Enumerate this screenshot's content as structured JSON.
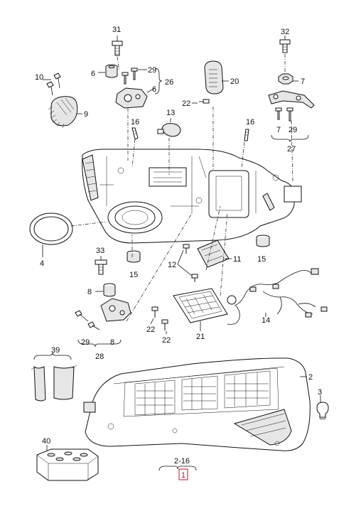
{
  "labels": {
    "l31": "31",
    "l32": "32",
    "l6a": "6",
    "l29a": "29",
    "l26": "26",
    "l6b": "6",
    "l10": "10",
    "l9": "9",
    "l20": "20",
    "l22a": "22",
    "l7a": "7",
    "l13": "13",
    "l16a": "16",
    "l16b": "16",
    "l7b": "7",
    "l29b": "29",
    "l27": "27",
    "l4": "4",
    "l33": "33",
    "l15a": "15",
    "l11": "11",
    "l12": "12",
    "l15b": "15",
    "l8a": "8",
    "l14": "14",
    "l22b": "22",
    "l22c": "22",
    "l21": "21",
    "l29c": "29",
    "l8b": "8",
    "l28": "28",
    "l39": "39",
    "l2": "2",
    "l3": "3",
    "l40": "40",
    "l216": "2-16",
    "l1": "1"
  },
  "colors": {
    "line": "#111111",
    "highlight": "#c8102e",
    "fill": "#e6e6e6"
  }
}
